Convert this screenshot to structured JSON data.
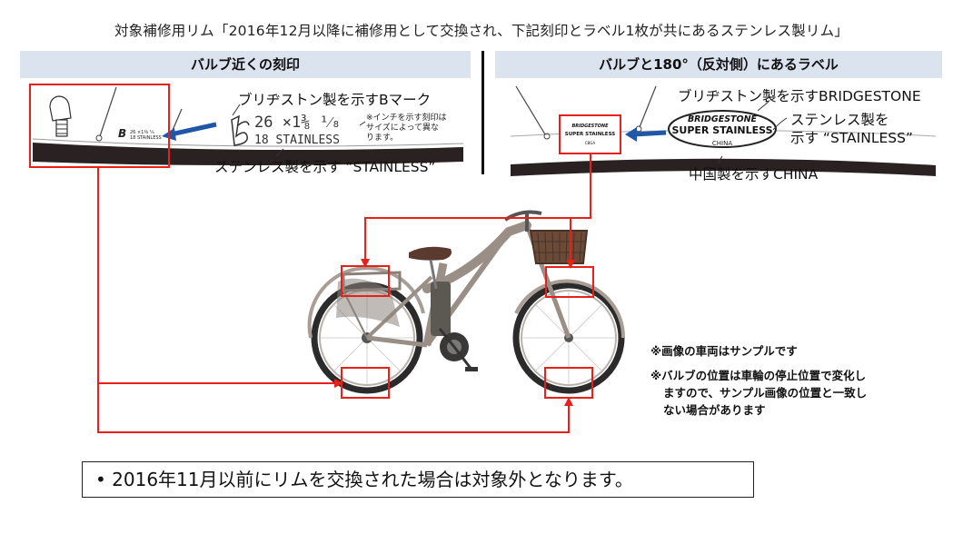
{
  "title": "対象補修用リム「2016年12月以降に補修用として交換され、下記刻印とラベル1枚が共にあるステンレス製リム」",
  "left_panel": {
    "header": "バルブ近くの刻印",
    "label_b_mark": "ブリヂストン製を示すBマーク",
    "engraving_size": "26 ×1⅜ ¹⁄₈",
    "engraving_code": "18 STAINLESS",
    "inch_note": "※インチを示す刻印は\nサイズによって異な\nります。",
    "label_stainless": "ステンレス製を示す “STAINLESS”",
    "small_mark": "26 ×1⅜ ¹⁄₈\n18 STAINLESS"
  },
  "right_panel": {
    "header": "バルブと180°（反対側）にあるラベル",
    "label_bridgestone": "ブリヂストン製を示すBRIDGESTONE",
    "badge_brand": "BRIDGESTONE",
    "badge_product": "SUPER STAINLESS",
    "badge_origin": "CHINA",
    "label_stainless_line1": "ステンレス製を",
    "label_stainless_line2": "示す “STAINLESS”",
    "label_china": "中国製を示すCHINA",
    "small_badge_brand": "BRIDGESTONE",
    "small_badge_product": "SUPER STAINLESS",
    "small_badge_origin": "CBGA"
  },
  "notes": {
    "sample": "※画像の車両はサンプルです",
    "valve_line1": "※バルブの位置は車輪の停止位置で変化し",
    "valve_line2": "ますので、サンプル画像の位置と一致し",
    "valve_line3": "ない場合があります"
  },
  "bottom_notice": "•  2016年11月以前にリムを交換された場合は対象外となります。",
  "colors": {
    "highlight_red": "#e8201a",
    "arrow_blue": "#1f56a8",
    "header_bg": "#dbe3ef",
    "bike_body": "#9a8f86",
    "tire": "#2b2b2b"
  }
}
